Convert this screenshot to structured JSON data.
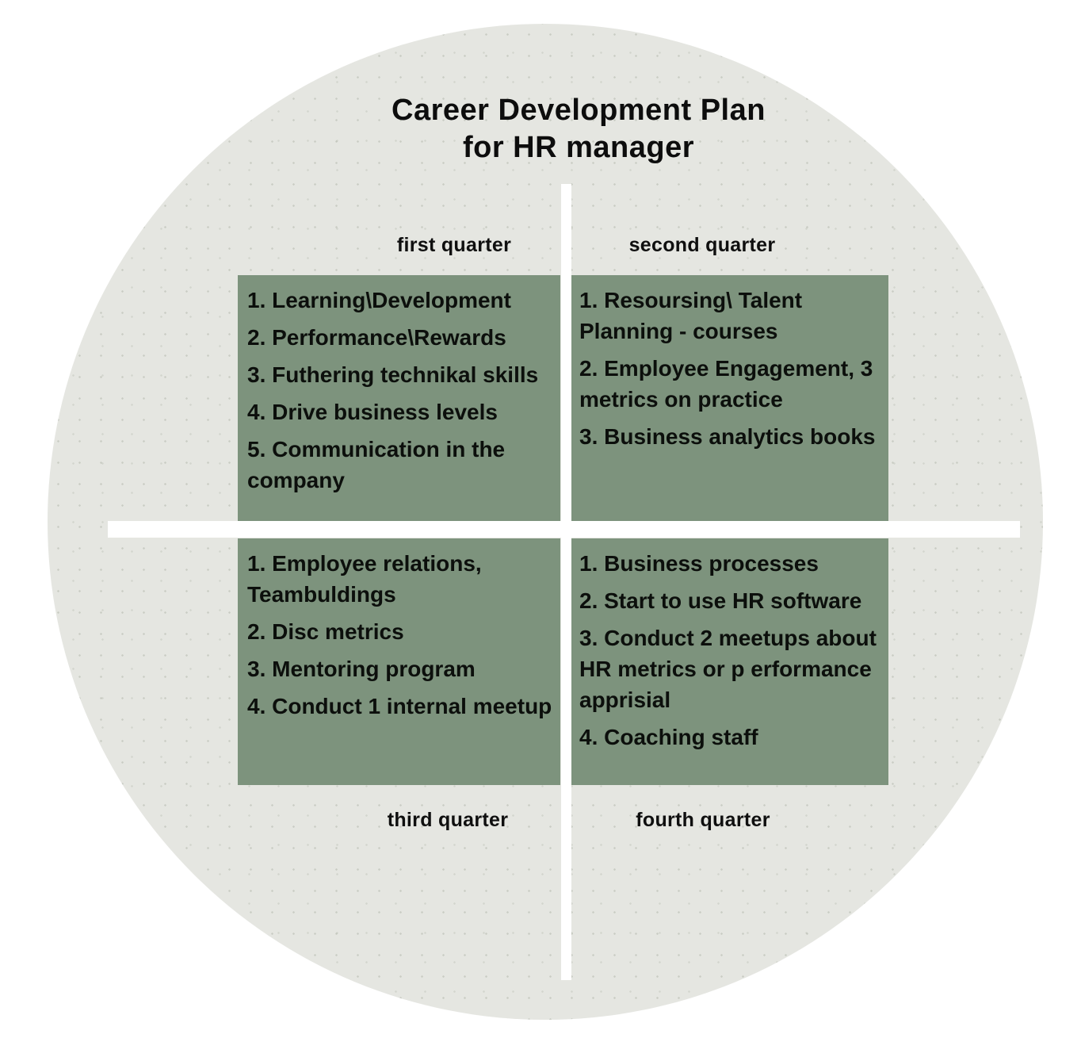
{
  "title": {
    "line1": "Career Development Plan",
    "line2": "for HR manager"
  },
  "quadrants": [
    {
      "label": "first quarter",
      "items": [
        "1. Learning\\Development",
        "2. Performance\\Rewards",
        "3. Futhering technikal skills",
        "4. Drive business levels",
        "5. Communication in the company"
      ]
    },
    {
      "label": "second quarter",
      "items": [
        "1. Resoursing\\ Talent Planning - courses",
        "2. Employee Engagement, 3 metrics on practice",
        "3. Business analytics books"
      ]
    },
    {
      "label": "third quarter",
      "items": [
        "1. Employee relations, Teambuldings",
        "2. Disc metrics",
        "3. Mentoring program",
        "4. Conduct 1 internal meetup"
      ]
    },
    {
      "label": "fourth quarter",
      "items": [
        "1. Business processes",
        "2. Start to use HR software",
        "3. Conduct 2 meetups about HR metrics or p erformance apprisial",
        "4. Coaching staff"
      ]
    }
  ],
  "colors": {
    "background": "#ffffff",
    "circle_gray": "#e5e6e1",
    "box_green": "#7d937d",
    "divider_white": "#ffffff",
    "text_black": "#0d0d0d"
  }
}
